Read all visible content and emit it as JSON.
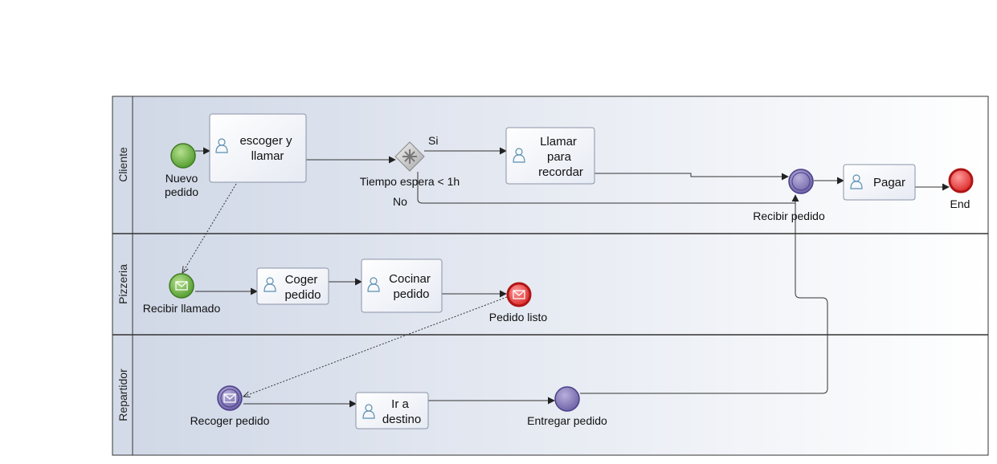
{
  "lanes": {
    "cliente": "Cliente",
    "pizzeria": "Pizzeria",
    "repartidor": "Repartidor"
  },
  "cliente": {
    "start_event": [
      "Nuevo",
      "pedido"
    ],
    "task_escoger": [
      "escoger y",
      "llamar"
    ],
    "gateway": "Tiempo espera < 1h",
    "branch_yes": "Si",
    "branch_no": "No",
    "task_llamar": [
      "Llamar",
      "para",
      "recordar"
    ],
    "event_recibir": "Recibir pedido",
    "task_pagar": "Pagar",
    "end_event": "End"
  },
  "pizzeria": {
    "start_event": "Recibir llamado",
    "task_coger": [
      "Coger",
      "pedido"
    ],
    "task_cocinar": [
      "Cocinar",
      "pedido"
    ],
    "end_event": "Pedido listo"
  },
  "repartidor": {
    "start_event": "Recoger pedido",
    "task_ir": [
      "Ir a",
      "destino"
    ],
    "event_entregar": "Entregar pedido"
  },
  "colors": {
    "start_event": "#6ab04c",
    "end_event": "#e04040",
    "intermediate_event": "#8a7fb8",
    "gateway": "#b0b0b0",
    "lane_fill": "#d4dbe8"
  }
}
